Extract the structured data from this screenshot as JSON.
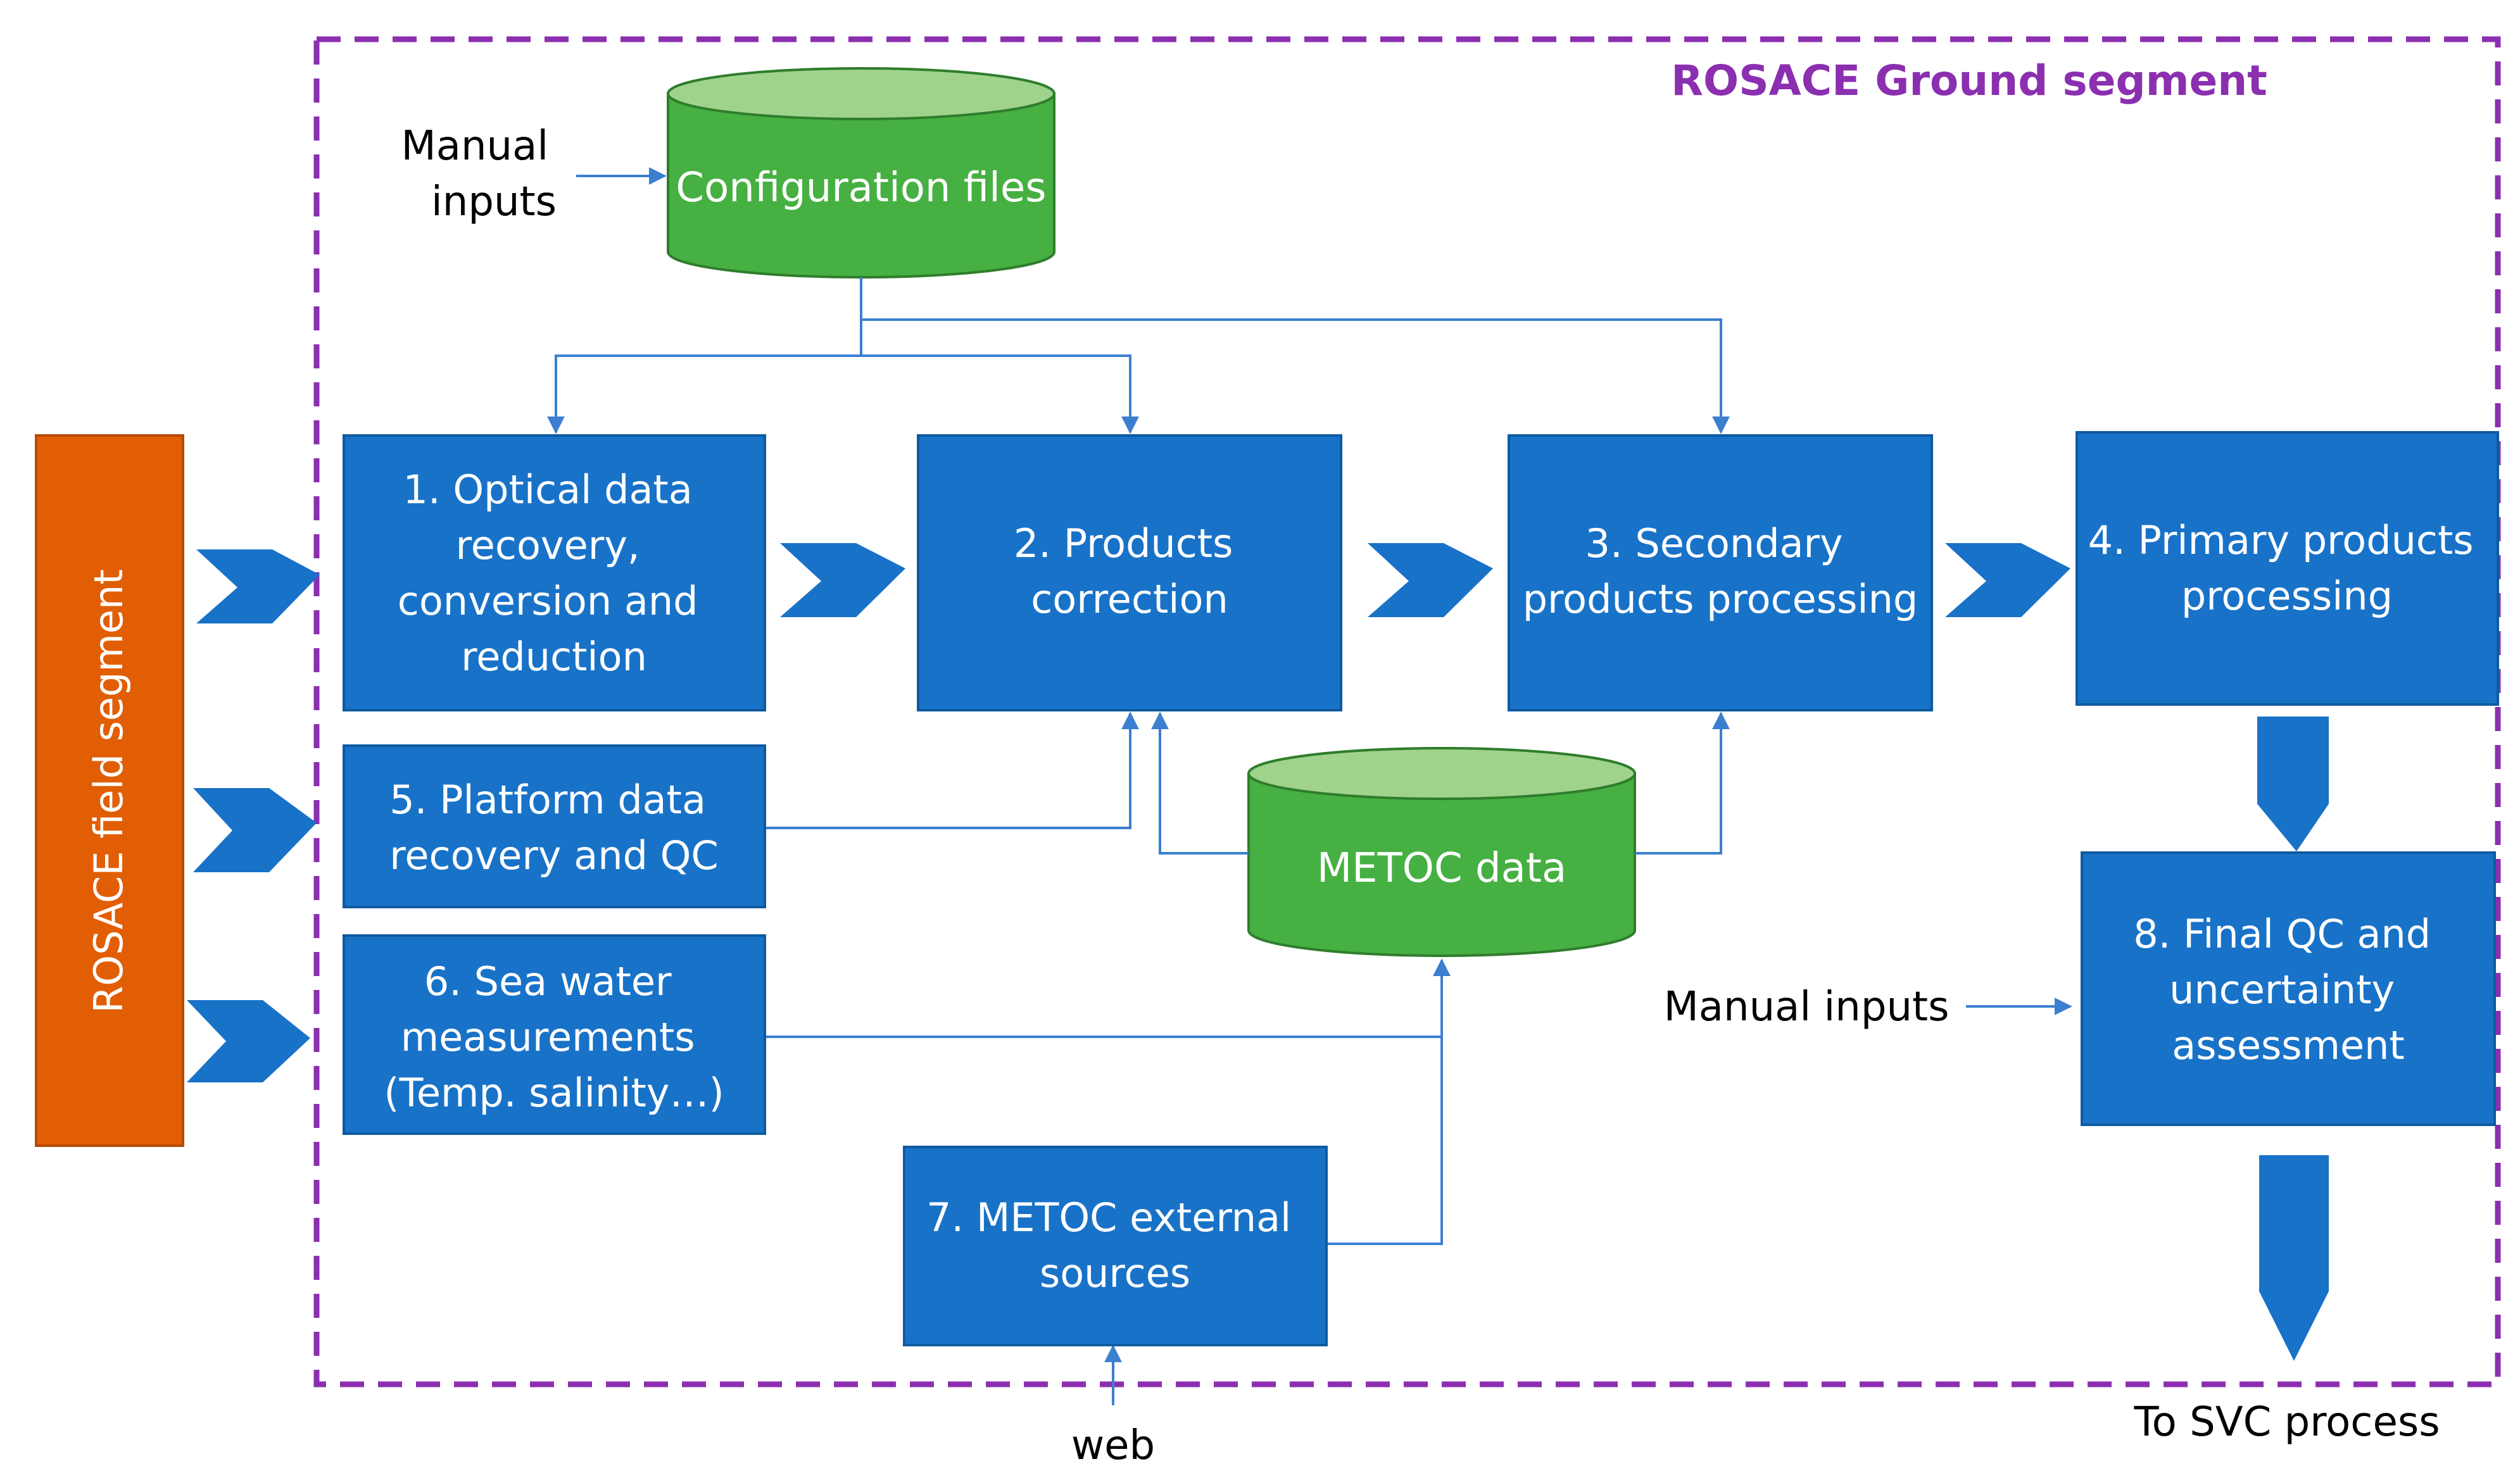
{
  "ground_segment": {
    "title": "ROSACE Ground segment"
  },
  "field_segment": {
    "label": "ROSACE field segment"
  },
  "inputs": {
    "manual_top": [
      "Manual",
      "inputs"
    ],
    "manual_right": "Manual inputs",
    "web": "web"
  },
  "output": {
    "label": "To SVC process"
  },
  "databases": {
    "config": "Configuration files",
    "metoc": "METOC data"
  },
  "steps": {
    "s1": [
      "1. Optical data",
      "recovery,",
      "conversion and",
      "reduction"
    ],
    "s2": [
      "2. Products",
      "correction"
    ],
    "s3": [
      "3. Secondary",
      "products processing"
    ],
    "s4": [
      "4. Primary products",
      "processing"
    ],
    "s5": [
      "5. Platform data",
      "recovery and QC"
    ],
    "s6": [
      "6. Sea water",
      "measurements",
      "(Temp. salinity…)"
    ],
    "s7": [
      "7. METOC external",
      "sources"
    ],
    "s8": [
      "8. Final QC and",
      "uncertainty",
      "assessment"
    ]
  },
  "colors": {
    "box_blue": "#1872C8",
    "box_border": "#0E5AA0",
    "db_green": "#46B042",
    "db_top": "#9FD38C",
    "field_orange": "#E15E05",
    "frame_purple": "#8B2FB0",
    "line_blue": "#3B7FD0"
  }
}
